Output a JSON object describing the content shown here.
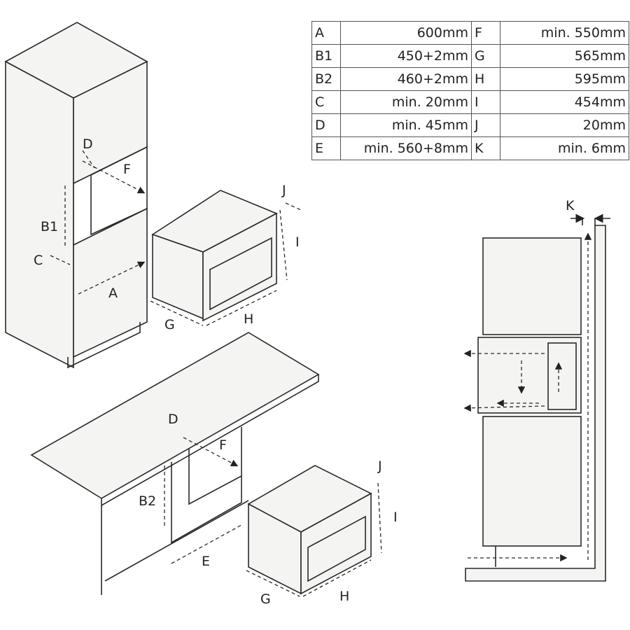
{
  "spec_table": {
    "rows": [
      {
        "k1": "A",
        "v1": "600mm",
        "k2": "F",
        "v2": "min. 550mm"
      },
      {
        "k1": "B1",
        "v1": "450+2mm",
        "k2": "G",
        "v2": "565mm"
      },
      {
        "k1": "B2",
        "v1": "460+2mm",
        "k2": "H",
        "v2": "595mm"
      },
      {
        "k1": "C",
        "v1": "min. 20mm",
        "k2": "I",
        "v2": "454mm"
      },
      {
        "k1": "D",
        "v1": "min. 45mm",
        "k2": "J",
        "v2": "20mm"
      },
      {
        "k1": "E",
        "v1": "min. 560+8mm",
        "k2": "K",
        "v2": "min. 6mm"
      }
    ]
  },
  "labels": {
    "tall": {
      "D": "D",
      "F": "F",
      "B1": "B1",
      "C": "C",
      "A": "A"
    },
    "oven1": {
      "J": "J",
      "I": "I",
      "G": "G",
      "H": "H"
    },
    "counter": {
      "D": "D",
      "F": "F",
      "B2": "B2",
      "E": "E"
    },
    "oven2": {
      "J": "J",
      "I": "I",
      "G": "G",
      "H": "H"
    },
    "airflow": {
      "K": "K"
    }
  }
}
